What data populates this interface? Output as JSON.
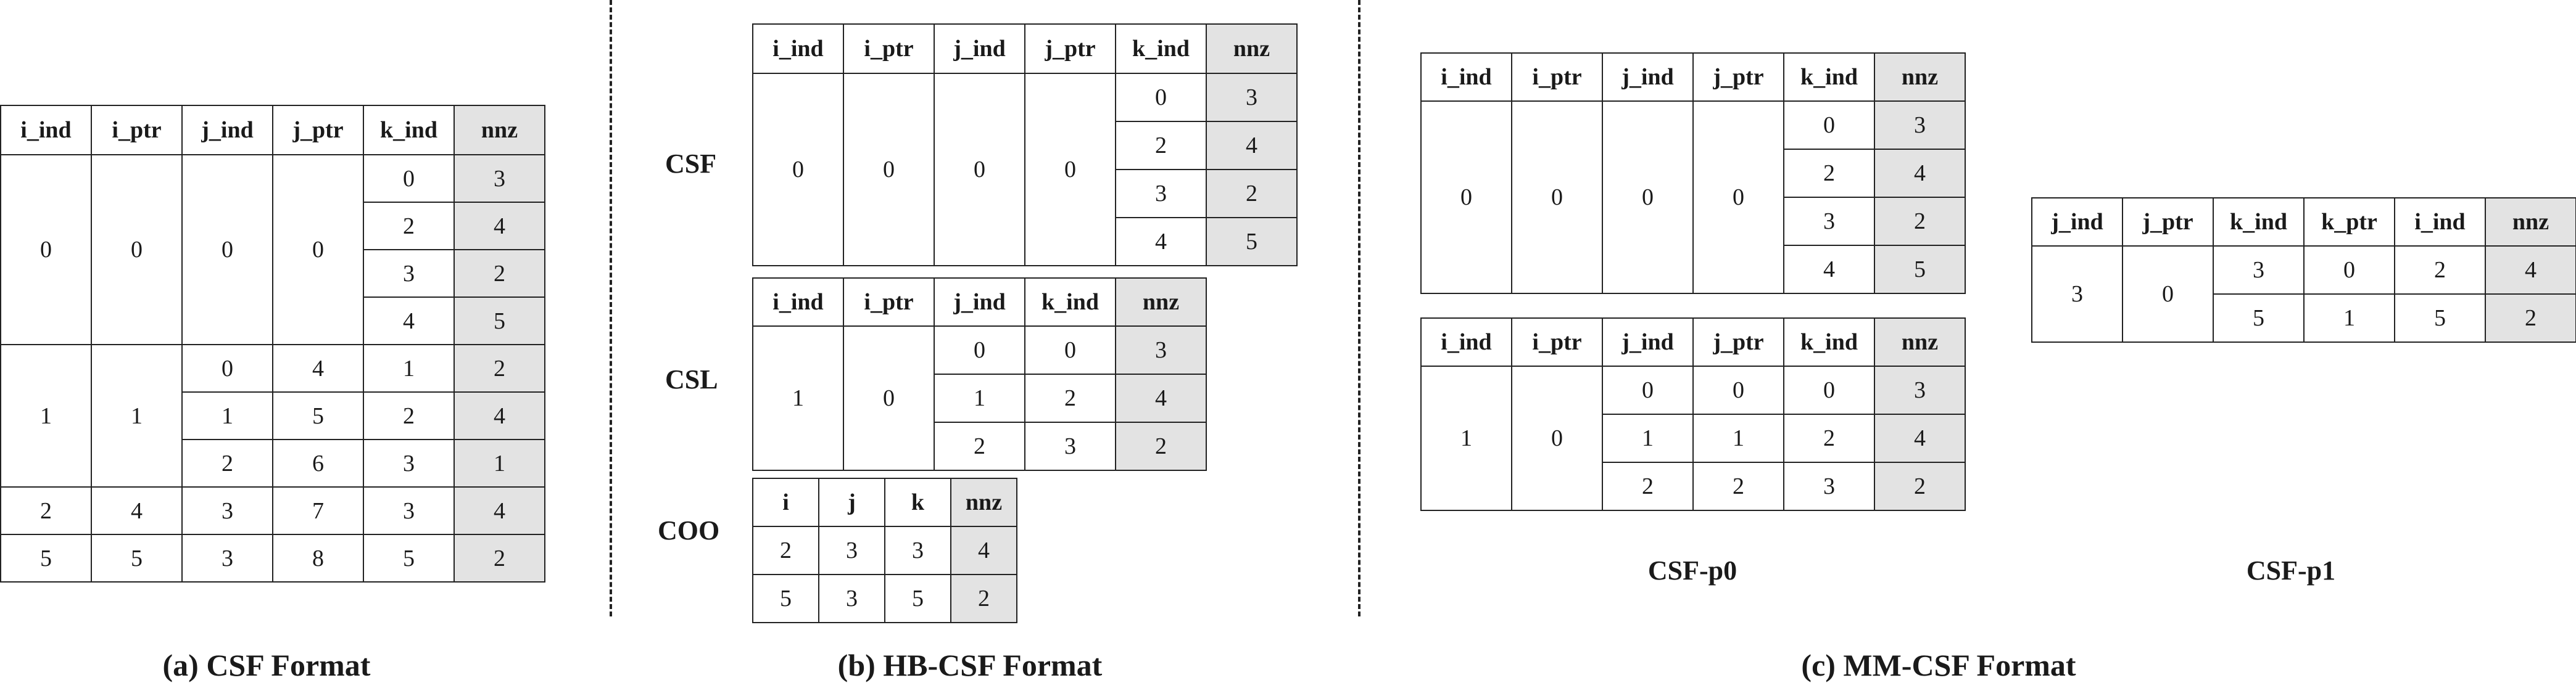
{
  "csf_a": {
    "caption": "(a) CSF Format",
    "headers": [
      "i_ind",
      "i_ptr",
      "j_ind",
      "j_ptr",
      "k_ind",
      "nnz"
    ],
    "groups": [
      {
        "i_ind": "0",
        "i_ptr": "0",
        "j": [
          {
            "j_ind": "0",
            "j_ptr": "0",
            "k": [
              {
                "k_ind": "0",
                "nnz": "3"
              },
              {
                "k_ind": "2",
                "nnz": "4"
              },
              {
                "k_ind": "3",
                "nnz": "2"
              },
              {
                "k_ind": "4",
                "nnz": "5"
              }
            ]
          }
        ]
      },
      {
        "i_ind": "1",
        "i_ptr": "1",
        "j": [
          {
            "j_ind": "0",
            "j_ptr": "4",
            "k": [
              {
                "k_ind": "1",
                "nnz": "2"
              }
            ]
          },
          {
            "j_ind": "1",
            "j_ptr": "5",
            "k": [
              {
                "k_ind": "2",
                "nnz": "4"
              }
            ]
          },
          {
            "j_ind": "2",
            "j_ptr": "6",
            "k": [
              {
                "k_ind": "3",
                "nnz": "1"
              }
            ]
          }
        ]
      },
      {
        "i_ind": "2",
        "i_ptr": "4",
        "j": [
          {
            "j_ind": "3",
            "j_ptr": "7",
            "k": [
              {
                "k_ind": "3",
                "nnz": "4"
              }
            ]
          }
        ]
      },
      {
        "i_ind": "5",
        "i_ptr": "5",
        "j": [
          {
            "j_ind": "3",
            "j_ptr": "8",
            "k": [
              {
                "k_ind": "5",
                "nnz": "2"
              }
            ]
          }
        ]
      }
    ]
  },
  "hb": {
    "caption": "(b) HB-CSF Format",
    "csf": {
      "label": "CSF",
      "headers": [
        "i_ind",
        "i_ptr",
        "j_ind",
        "j_ptr",
        "k_ind",
        "nnz"
      ],
      "i_ind": "0",
      "i_ptr": "0",
      "j_ind": "0",
      "j_ptr": "0",
      "k": [
        {
          "k_ind": "0",
          "nnz": "3"
        },
        {
          "k_ind": "2",
          "nnz": "4"
        },
        {
          "k_ind": "3",
          "nnz": "2"
        },
        {
          "k_ind": "4",
          "nnz": "5"
        }
      ]
    },
    "csl": {
      "label": "CSL",
      "headers": [
        "i_ind",
        "i_ptr",
        "j_ind",
        "k_ind",
        "nnz"
      ],
      "i_ind": "1",
      "i_ptr": "0",
      "rows": [
        {
          "j_ind": "0",
          "k_ind": "0",
          "nnz": "3"
        },
        {
          "j_ind": "1",
          "k_ind": "2",
          "nnz": "4"
        },
        {
          "j_ind": "2",
          "k_ind": "3",
          "nnz": "2"
        }
      ]
    },
    "coo": {
      "label": "COO",
      "headers": [
        "i",
        "j",
        "k",
        "nnz"
      ],
      "rows": [
        {
          "i": "2",
          "j": "3",
          "k": "3",
          "nnz": "4"
        },
        {
          "i": "5",
          "j": "3",
          "k": "5",
          "nnz": "2"
        }
      ]
    }
  },
  "mm": {
    "caption": "(c) MM-CSF Format",
    "p0_label": "CSF-p0",
    "p1_label": "CSF-p1",
    "p0_top": {
      "headers": [
        "i_ind",
        "i_ptr",
        "j_ind",
        "j_ptr",
        "k_ind",
        "nnz"
      ],
      "i_ind": "0",
      "i_ptr": "0",
      "j_ind": "0",
      "j_ptr": "0",
      "k": [
        {
          "k_ind": "0",
          "nnz": "3"
        },
        {
          "k_ind": "2",
          "nnz": "4"
        },
        {
          "k_ind": "3",
          "nnz": "2"
        },
        {
          "k_ind": "4",
          "nnz": "5"
        }
      ]
    },
    "p0_bottom": {
      "headers": [
        "i_ind",
        "i_ptr",
        "j_ind",
        "j_ptr",
        "k_ind",
        "nnz"
      ],
      "i_ind": "1",
      "i_ptr": "0",
      "rows": [
        {
          "j_ind": "0",
          "j_ptr": "0",
          "k_ind": "0",
          "nnz": "3"
        },
        {
          "j_ind": "1",
          "j_ptr": "1",
          "k_ind": "2",
          "nnz": "4"
        },
        {
          "j_ind": "2",
          "j_ptr": "2",
          "k_ind": "3",
          "nnz": "2"
        }
      ]
    },
    "p1": {
      "headers": [
        "j_ind",
        "j_ptr",
        "k_ind",
        "k_ptr",
        "i_ind",
        "nnz"
      ],
      "j_ind": "3",
      "j_ptr": "0",
      "rows": [
        {
          "k_ind": "3",
          "k_ptr": "0",
          "i_ind": "2",
          "nnz": "4"
        },
        {
          "k_ind": "5",
          "k_ptr": "1",
          "i_ind": "5",
          "nnz": "2"
        }
      ]
    }
  }
}
